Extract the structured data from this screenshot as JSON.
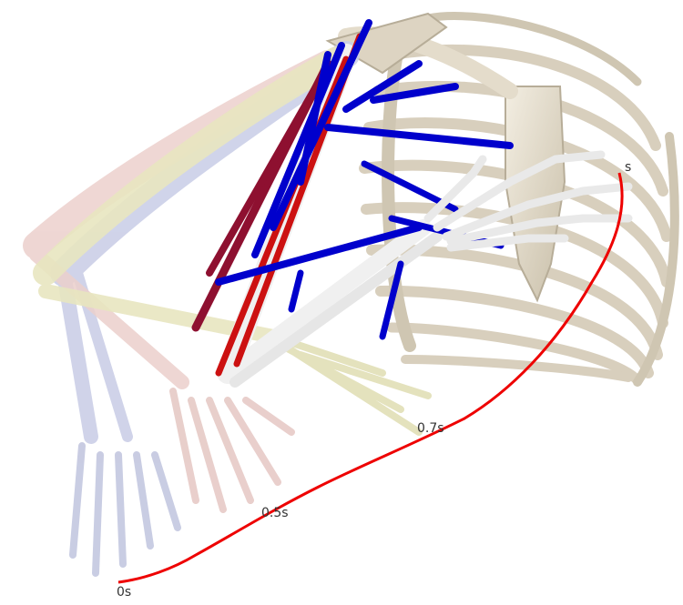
{
  "scene": {
    "description_colors": {
      "bone": "#e4dccb",
      "bone_shade": "#b7ad98",
      "muscle_blue": "#0000cc",
      "muscle_red": "#cc1111",
      "muscle_dark_red": "#8e1030",
      "trajectory": "#ee0000",
      "ghost_arm_blue": "#c8cce6",
      "ghost_arm_pink": "#ecd0cc",
      "ghost_arm_yellow": "#e8e6c0"
    },
    "time_labels": {
      "t0": "0s",
      "t05": "0.5s",
      "t07": "0.7s",
      "t1": "s"
    }
  }
}
